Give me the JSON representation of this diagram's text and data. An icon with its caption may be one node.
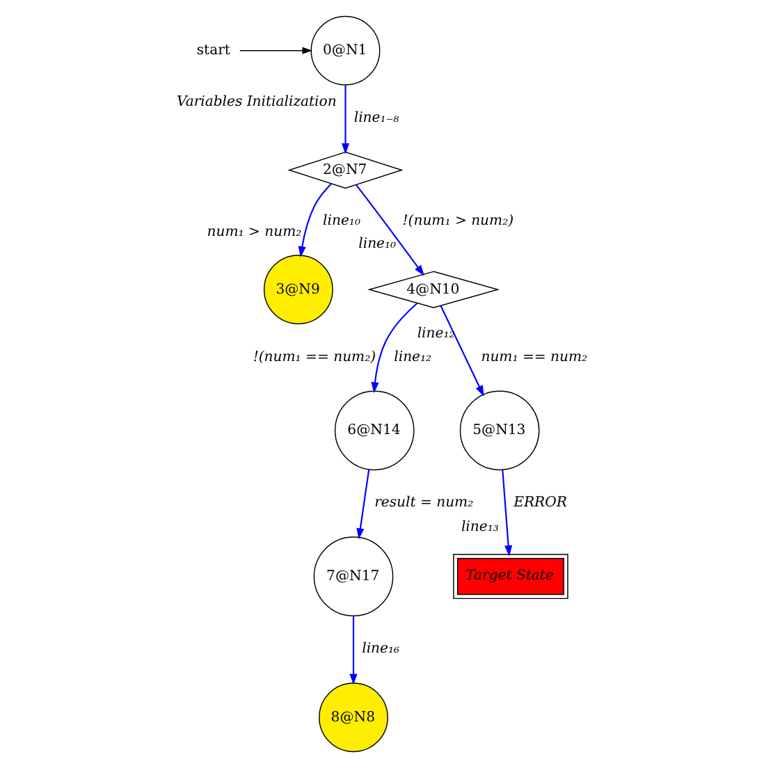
{
  "diagram": {
    "nodes": [
      {
        "text": [
          "start"
        ]
      },
      {
        "text": [
          "0@N1"
        ]
      },
      {
        "text": [
          "2@N7"
        ]
      },
      {
        "text": [
          "3@N9"
        ]
      },
      {
        "text": [
          "4@N10"
        ]
      },
      {
        "text": [
          "6@N14"
        ]
      },
      {
        "text": [
          "5@N13"
        ]
      },
      {
        "text": [
          "7@N17"
        ]
      },
      {
        "text": [
          "Target State"
        ]
      },
      {
        "text": [
          "8@N8"
        ]
      }
    ],
    "edges": [
      {
        "from": 0,
        "to": 1,
        "arrow": "to",
        "color": "#000000"
      },
      {
        "from": 1,
        "to": 2,
        "arrow": "to",
        "label": [
          "Variables Initialization",
          "line₁₋₈"
        ]
      },
      {
        "from": 2,
        "to": 3,
        "arrow": "to",
        "label": [
          "num₁ > num₂",
          "line₁₀"
        ]
      },
      {
        "from": 2,
        "to": 4,
        "arrow": "to",
        "label": [
          "line₁₀",
          "!(num₁ > num₂)"
        ]
      },
      {
        "from": 4,
        "to": 5,
        "arrow": "to",
        "label": [
          "!(num₁ == num₂)",
          "line₁₂"
        ]
      },
      {
        "from": 4,
        "to": 6,
        "arrow": "to",
        "label": [
          "line₁₂",
          "num₁ == num₂"
        ]
      },
      {
        "from": 5,
        "to": 7,
        "arrow": "to",
        "label": [
          "result = num₂"
        ]
      },
      {
        "from": 6,
        "to": 8,
        "arrow": "to",
        "label": [
          "line₁₃",
          "ERROR"
        ]
      },
      {
        "from": 7,
        "to": 9,
        "arrow": "to",
        "label": [
          "line₁₆"
        ]
      }
    ]
  }
}
